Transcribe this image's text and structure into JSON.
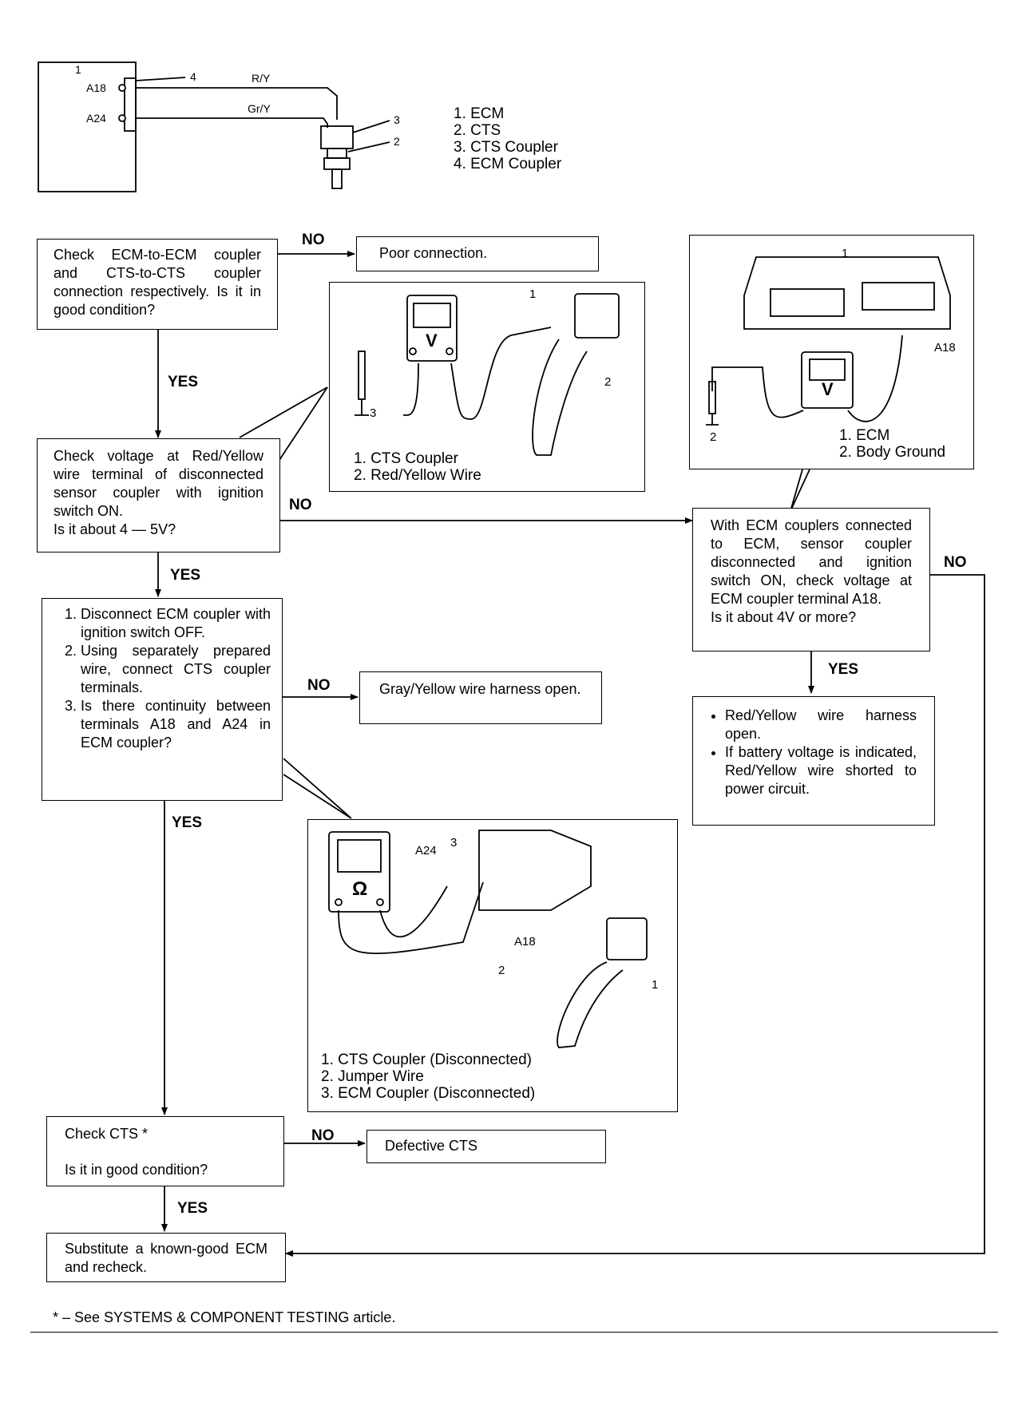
{
  "schematic": {
    "ecm_num": "1",
    "pin_a18": "A18",
    "pin_a24": "A24",
    "wire_ry": "R/Y",
    "wire_gry": "Gr/Y",
    "callout_2": "2",
    "callout_3": "3",
    "callout_4": "4",
    "legend": [
      "1. ECM",
      "2. CTS",
      "3. CTS Coupler",
      "4. ECM Coupler"
    ]
  },
  "steps": {
    "check_couplers": "Check ECM-to-ECM coupler and CTS-to-CTS coupler connection respectively. Is it in good condition?",
    "poor_connection": "Poor connection.",
    "check_voltage": "Check voltage at Red/Yellow wire terminal of disconnected sensor coupler with ignition switch ON.",
    "check_voltage_q": "Is it about 4 — 5V?",
    "continuity": [
      "Disconnect ECM coupler with ignition switch OFF.",
      "Using separately prepared wire, connect CTS coupler terminals.",
      "Is there continuity between terminals A18 and A24 in ECM coupler?"
    ],
    "gray_open": "Gray/Yellow wire harness open.",
    "ecm_voltage": "With ECM couplers connected to ECM, sensor coupler disconnected and ignition switch ON, check voltage at ECM coupler terminal A18.",
    "ecm_voltage_q": "Is it about 4V or more?",
    "result_bullets": [
      "Red/Yellow wire harness open.",
      "If battery voltage is indicated, Red/Yellow wire shorted to power circuit."
    ],
    "check_cts": "Check CTS  *",
    "check_cts_q": "Is it in good condition?",
    "defective_cts": "Defective CTS",
    "substitute": "Substitute a known-good ECM and recheck."
  },
  "labels": {
    "yes": "YES",
    "no": "NO"
  },
  "figures": {
    "cts_voltage": {
      "callout_1": "1",
      "callout_2": "2",
      "callout_3": "3",
      "meter": "V",
      "legend": [
        "1. CTS Coupler",
        "2. Red/Yellow Wire"
      ]
    },
    "ecm_voltage": {
      "callout_1": "1",
      "callout_2": "2",
      "pin": "A18",
      "meter": "V",
      "legend": [
        "1. ECM",
        "2. Body Ground"
      ]
    },
    "continuity": {
      "pin_a24": "A24",
      "pin_a18": "A18",
      "callout_1": "1",
      "callout_2": "2",
      "callout_3": "3",
      "meter": "Ω",
      "legend": [
        "1. CTS Coupler (Disconnected)",
        "2. Jumper Wire",
        "3. ECM Coupler (Disconnected)"
      ]
    }
  },
  "footnote": "* – See SYSTEMS & COMPONENT TESTING article."
}
